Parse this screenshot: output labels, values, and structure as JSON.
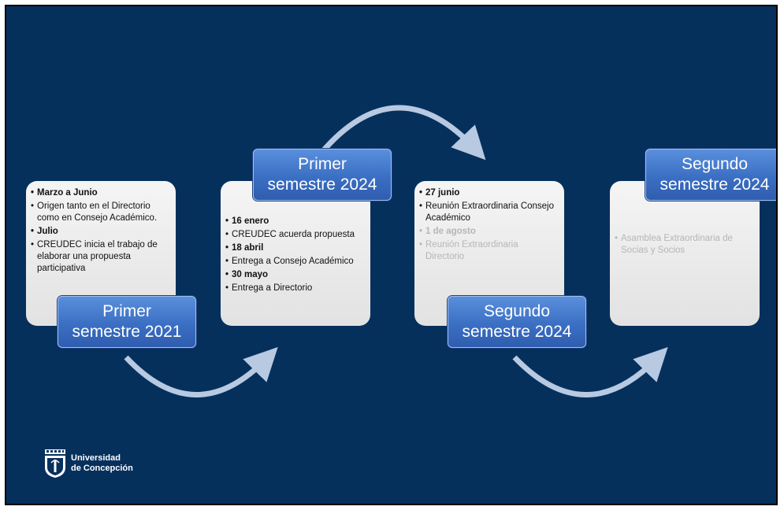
{
  "stages": [
    {
      "label_line1": "Primer",
      "label_line2": "semestre 2021",
      "items": [
        {
          "text": "Marzo a Junio",
          "bold": true
        },
        {
          "text": "Origen tanto en el Directorio como en Consejo Académico.",
          "bold": false
        },
        {
          "text": "Julio",
          "bold": true
        },
        {
          "text": "CREUDEC inicia el trabajo de elaborar una propuesta participativa",
          "bold": false
        }
      ]
    },
    {
      "label_line1": "Primer",
      "label_line2": "semestre 2024",
      "items": [
        {
          "text": "16 enero",
          "bold": true
        },
        {
          "text": "CREUDEC acuerda propuesta",
          "bold": false
        },
        {
          "text": "18 abril",
          "bold": true
        },
        {
          "text": "Entrega a Consejo Académico",
          "bold": false
        },
        {
          "text": "30 mayo",
          "bold": true
        },
        {
          "text": "Entrega a Directorio",
          "bold": false
        }
      ]
    },
    {
      "label_line1": "Segundo",
      "label_line2": "semestre 2024",
      "items": [
        {
          "text": "27 junio",
          "bold": true
        },
        {
          "text": "Reunión Extraordinaria Consejo Académico",
          "bold": false
        },
        {
          "text": "1 de agosto",
          "bold": true,
          "faded": true
        },
        {
          "text": "Reunión Extraordinaria Directorio",
          "bold": false,
          "faded": true
        }
      ]
    },
    {
      "label_line1": "Segundo",
      "label_line2": "semestre 2024",
      "items": [
        {
          "text": "Asamblea Extraordinaria de Socias y Socios",
          "bold": false,
          "faded": true
        }
      ]
    }
  ],
  "logo": {
    "line1": "Universidad",
    "line2": "de Concepción",
    "icon": "university-shield-icon"
  },
  "colors": {
    "background": "#06305c",
    "label_fill": "#3b6fc3",
    "arrow": "#b8c9e2",
    "faded_text": "#b4b6b8"
  }
}
